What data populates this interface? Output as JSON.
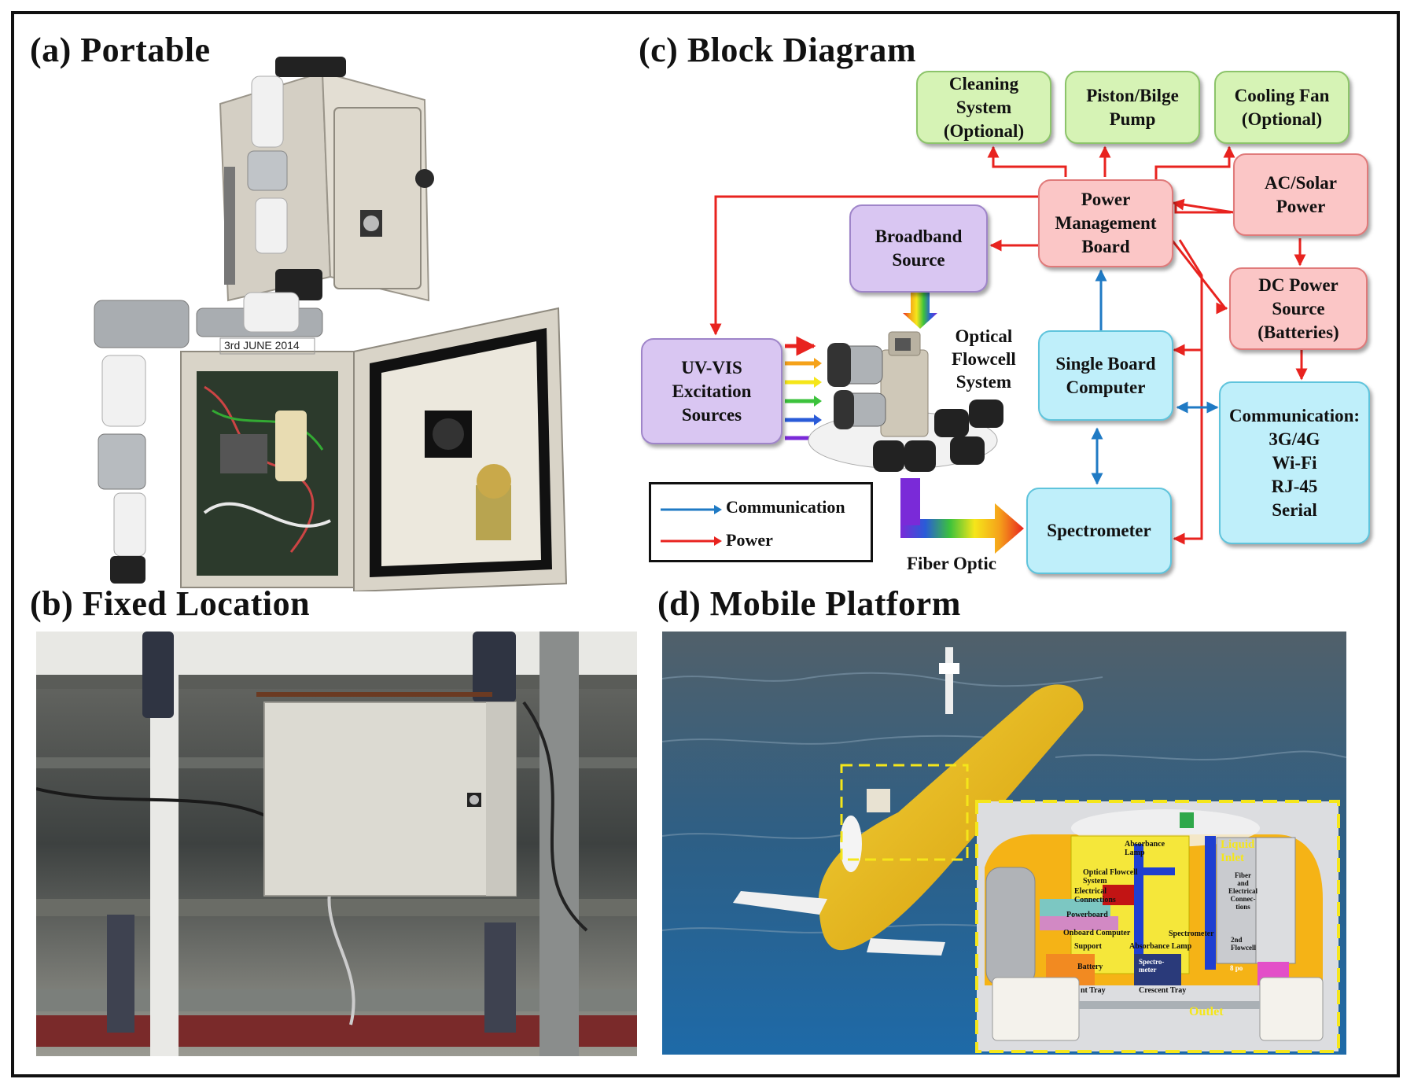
{
  "panels": {
    "a": {
      "title": "(a) Portable"
    },
    "b": {
      "title": "(b) Fixed Location"
    },
    "c": {
      "title": "(c) Block Diagram"
    },
    "d": {
      "title": "(d) Mobile Platform"
    }
  },
  "photo_a": {
    "date_label": "3rd JUNE 2014"
  },
  "diagram": {
    "cleaning": "Cleaning\nSystem\n(Optional)",
    "piston": "Piston/Bilge\nPump",
    "cooling": "Cooling Fan\n(Optional)",
    "power_board": "Power\nManagement\nBoard",
    "ac_solar": "AC/Solar\nPower",
    "broadband": "Broadband\nSource",
    "dc_power": "DC Power\nSource\n(Batteries)",
    "uv_vis": "UV-VIS\nExcitation\nSources",
    "optical_label": "Optical\nFlowcell\nSystem",
    "sbc": "Single Board\nComputer",
    "comm": "Communication:\n3G/4G\nWi-Fi\nRJ-45\nSerial",
    "spectrometer": "Spectrometer",
    "fiber_optic": "Fiber Optic",
    "legend": {
      "communication": "Communication",
      "power": "Power"
    },
    "colors": {
      "power": "#e8231f",
      "communication": "#1f7ac4"
    }
  },
  "photo_d": {
    "inset": {
      "liquid_inlet": "Liquid\nInlet",
      "outlet": "Outlet",
      "absorbance_lamp_top": "Absorbance\nLamp",
      "optical_flowcell_system": "Optical Flowcell\nSystem",
      "electrical_connections": "Electrical\nConnections",
      "powerboard": "Powerboard",
      "onboard_computer": "Onboard Computer",
      "support": "Support",
      "absorbance_lamp": "Absorbance Lamp",
      "spectrometer": "Spectrometer",
      "battery": "Battery",
      "spectrometer_short": "Spectro-\nmeter",
      "tray": "nt Tray",
      "crescent_tray": "Crescent Tray",
      "fiber_connections": "Fiber\nand\nElectrical\nConnec-\ntions",
      "second_flowcell": "2nd\nFlowcell",
      "eight_port": "8 po"
    }
  }
}
